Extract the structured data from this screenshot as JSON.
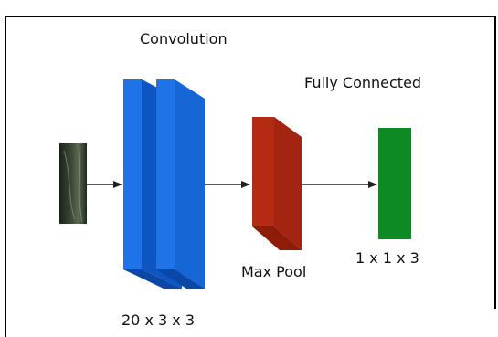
{
  "labels": {
    "convolution": "Convolution",
    "fully_connected": "Fully Connected",
    "max_pool": "Max Pool",
    "conv_size": "20 x 3 x 3",
    "fc_size": "1 x 1 x 3"
  },
  "colors": {
    "border": "#000000",
    "conv_front": "#1f73e6",
    "conv_side": "#0d56c2",
    "conv_top": "#5aa0f2",
    "pool_front": "#b52a12",
    "pool_side": "#8f1c08",
    "fc": "#0d8a24",
    "arrow": "#222222",
    "input_image": "#2f3a2c"
  },
  "icons": {
    "input": "leaf-image-icon"
  }
}
